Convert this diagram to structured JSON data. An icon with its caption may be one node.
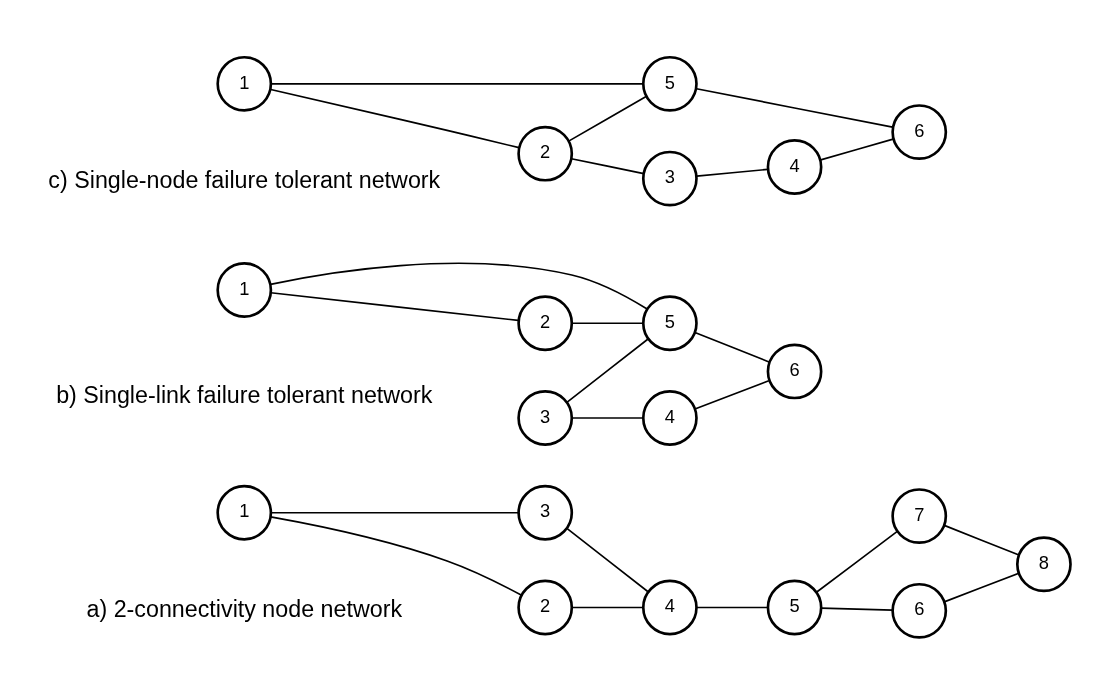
{
  "diagram": {
    "nodes": [
      {
        "text": [
          "1"
        ]
      },
      {
        "text": [
          "2"
        ]
      },
      {
        "text": [
          "3"
        ]
      },
      {
        "text": [
          "4"
        ]
      },
      {
        "text": [
          "5"
        ]
      },
      {
        "text": [
          "6"
        ]
      },
      {
        "text": [
          "7"
        ]
      },
      {
        "text": [
          "8"
        ]
      },
      {
        "text": [
          "1"
        ]
      },
      {
        "text": [
          "2"
        ]
      },
      {
        "text": [
          "3"
        ]
      },
      {
        "text": [
          "4"
        ]
      },
      {
        "text": [
          "5"
        ]
      },
      {
        "text": [
          "6"
        ]
      },
      {
        "text": [
          "1"
        ]
      },
      {
        "text": [
          "2"
        ]
      },
      {
        "text": [
          "3"
        ]
      },
      {
        "text": [
          "4"
        ]
      },
      {
        "text": [
          "5"
        ]
      },
      {
        "text": [
          "6"
        ]
      }
    ],
    "edges": [
      {
        "from": 0,
        "to": 1,
        "arrow": "none"
      },
      {
        "from": 0,
        "to": 2,
        "arrow": "none"
      },
      {
        "from": 1,
        "to": 3,
        "arrow": "none"
      },
      {
        "from": 2,
        "to": 3,
        "arrow": "none"
      },
      {
        "from": 3,
        "to": 4,
        "arrow": "none"
      },
      {
        "from": 4,
        "to": 5,
        "arrow": "none"
      },
      {
        "from": 4,
        "to": 6,
        "arrow": "none"
      },
      {
        "from": 5,
        "to": 7,
        "arrow": "none"
      },
      {
        "from": 6,
        "to": 7,
        "arrow": "none"
      },
      {
        "from": 8,
        "to": 9,
        "arrow": "none"
      },
      {
        "from": 8,
        "to": 12,
        "arrow": "none"
      },
      {
        "from": 9,
        "to": 12,
        "arrow": "none"
      },
      {
        "from": 10,
        "to": 12,
        "arrow": "none"
      },
      {
        "from": 10,
        "to": 11,
        "arrow": "none"
      },
      {
        "from": 11,
        "to": 13,
        "arrow": "none"
      },
      {
        "from": 12,
        "to": 13,
        "arrow": "none"
      },
      {
        "from": 14,
        "to": 15,
        "arrow": "none"
      },
      {
        "from": 14,
        "to": 18,
        "arrow": "none"
      },
      {
        "from": 15,
        "to": 16,
        "arrow": "none"
      },
      {
        "from": 15,
        "to": 18,
        "arrow": "none"
      },
      {
        "from": 16,
        "to": 17,
        "arrow": "none"
      },
      {
        "from": 17,
        "to": 19,
        "arrow": "none"
      },
      {
        "from": 18,
        "to": 19,
        "arrow": "none"
      }
    ],
    "labels": [
      "a) 2-connectivity node network",
      "b) Single-link failure tolerant network",
      "c) Single-node failure tolerant network"
    ]
  }
}
